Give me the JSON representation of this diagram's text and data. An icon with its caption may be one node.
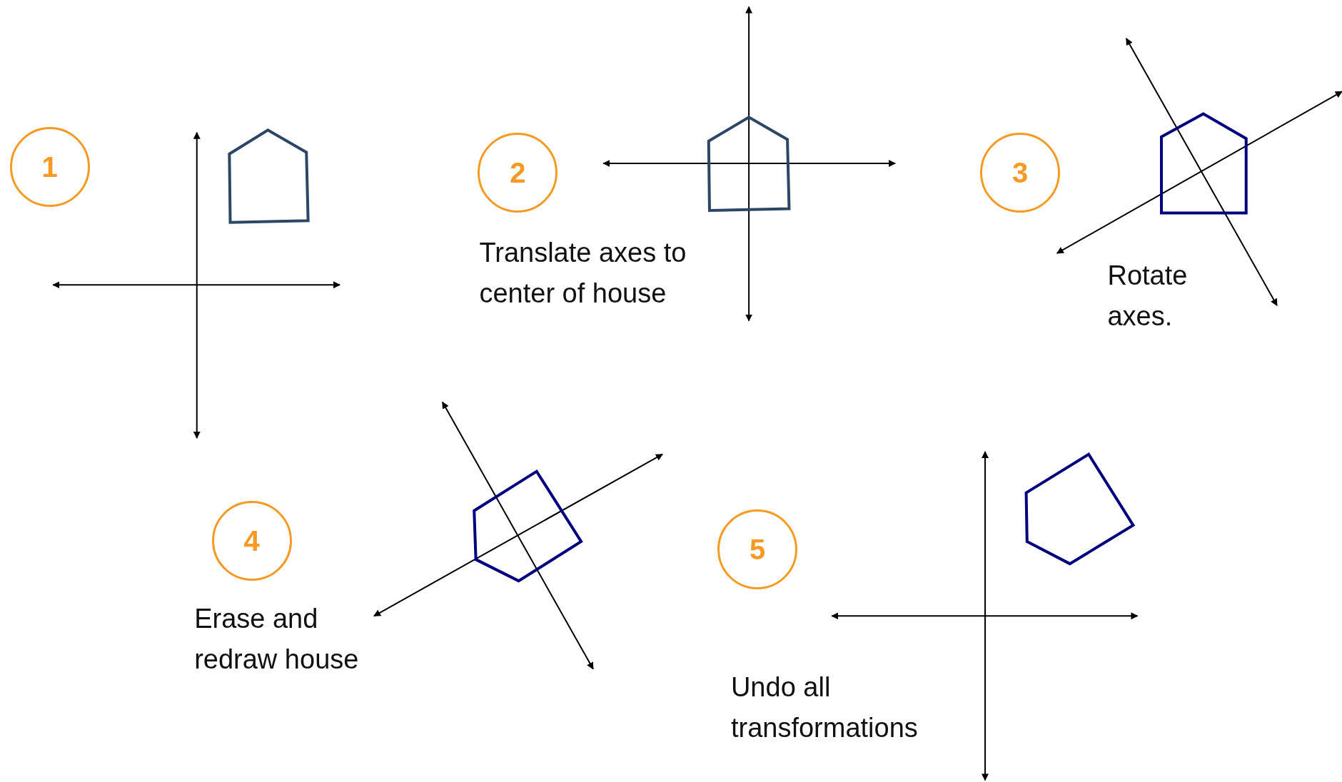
{
  "diagram": {
    "nodes": [
      {
        "text": [
          "1"
        ]
      },
      {
        "text": [
          "2"
        ],
        "beside": [
          "Translate axes to center of house"
        ]
      },
      {
        "text": [
          "3"
        ],
        "beside": [
          "Rotate axes."
        ]
      },
      {
        "text": [
          "4"
        ],
        "beside": [
          "Erase and redraw house"
        ]
      },
      {
        "text": [
          "5"
        ],
        "beside": [
          "Undo all transformations"
        ]
      }
    ]
  }
}
